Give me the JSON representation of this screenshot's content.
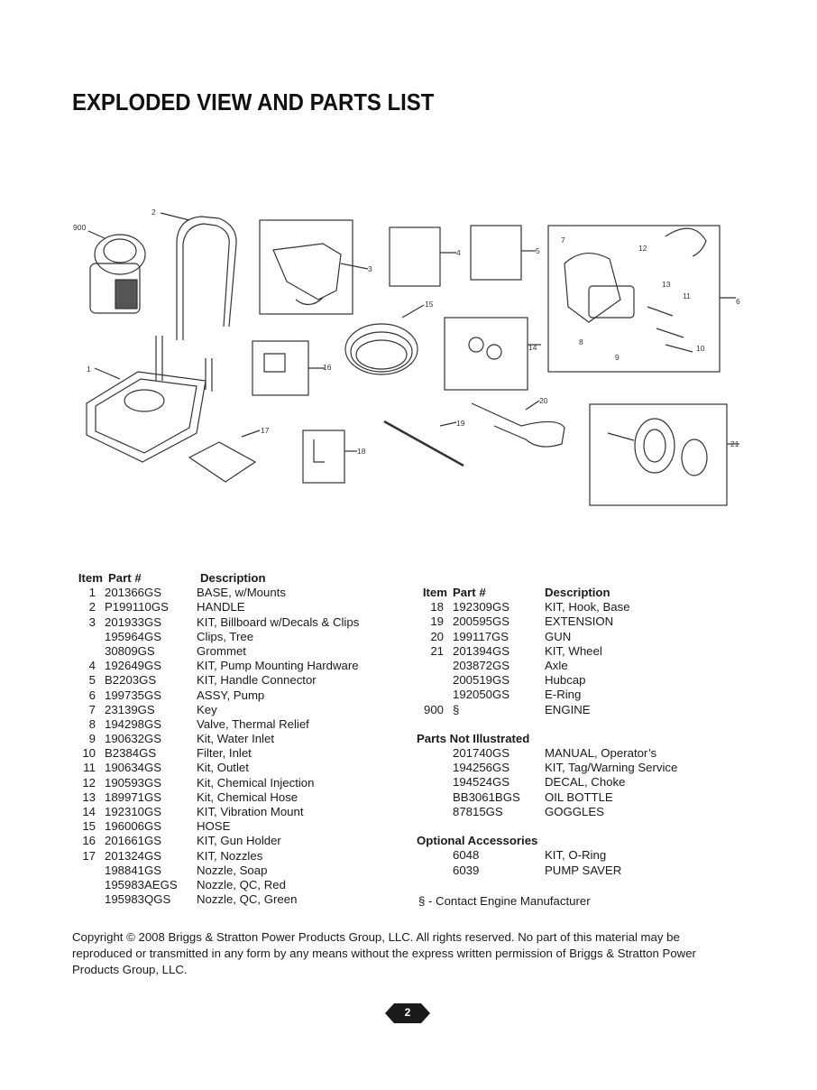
{
  "title": "EXPLODED VIEW AND PARTS LIST",
  "diagram_callouts": [
    "900",
    "2",
    "3",
    "4",
    "5",
    "7",
    "12",
    "13",
    "11",
    "6",
    "8",
    "9",
    "10",
    "15",
    "14",
    "1",
    "16",
    "17",
    "18",
    "19",
    "20",
    "21"
  ],
  "left_table": {
    "headers": {
      "item": "Item",
      "part": "Part #",
      "desc": "Description"
    },
    "rows": [
      {
        "item": "1",
        "part": "201366GS",
        "desc": "BASE, w/Mounts"
      },
      {
        "item": "2",
        "part": "P199110GS",
        "desc": "HANDLE"
      },
      {
        "item": "3",
        "part": "201933GS",
        "desc": "KIT, Billboard w/Decals & Clips"
      },
      {
        "item": "",
        "part": "195964GS",
        "desc": "Clips, Tree"
      },
      {
        "item": "",
        "part": "30809GS",
        "desc": "Grommet"
      },
      {
        "item": "4",
        "part": "192649GS",
        "desc": "KIT, Pump Mounting Hardware"
      },
      {
        "item": "5",
        "part": "B2203GS",
        "desc": "KIT, Handle Connector"
      },
      {
        "item": "6",
        "part": "199735GS",
        "desc": "ASSY, Pump"
      },
      {
        "item": "7",
        "part": "23139GS",
        "desc": "Key"
      },
      {
        "item": "8",
        "part": "194298GS",
        "desc": "Valve, Thermal Relief"
      },
      {
        "item": "9",
        "part": "190632GS",
        "desc": "Kit, Water Inlet"
      },
      {
        "item": "10",
        "part": "B2384GS",
        "desc": "Filter, Inlet"
      },
      {
        "item": "11",
        "part": "190634GS",
        "desc": "Kit, Outlet"
      },
      {
        "item": "12",
        "part": "190593GS",
        "desc": "Kit, Chemical Injection"
      },
      {
        "item": "13",
        "part": "189971GS",
        "desc": "Kit, Chemical Hose"
      },
      {
        "item": "14",
        "part": "192310GS",
        "desc": "KIT, Vibration Mount"
      },
      {
        "item": "15",
        "part": "196006GS",
        "desc": "HOSE"
      },
      {
        "item": "16",
        "part": "201661GS",
        "desc": "KIT, Gun Holder"
      },
      {
        "item": "17",
        "part": "201324GS",
        "desc": "KIT, Nozzles"
      },
      {
        "item": "",
        "part": "198841GS",
        "desc": "Nozzle, Soap"
      },
      {
        "item": "",
        "part": "195983AEGS",
        "desc": "Nozzle, QC, Red"
      },
      {
        "item": "",
        "part": "195983QGS",
        "desc": "Nozzle, QC, Green"
      }
    ]
  },
  "right_table": {
    "headers": {
      "item": "Item",
      "part": "Part #",
      "desc": "Description"
    },
    "rows": [
      {
        "item": "18",
        "part": "192309GS",
        "desc": "KIT, Hook, Base"
      },
      {
        "item": "19",
        "part": "200595GS",
        "desc": "EXTENSION"
      },
      {
        "item": "20",
        "part": "199117GS",
        "desc": "GUN"
      },
      {
        "item": "21",
        "part": "201394GS",
        "desc": "KIT, Wheel"
      },
      {
        "item": "",
        "part": "203872GS",
        "desc": "Axle"
      },
      {
        "item": "",
        "part": "200519GS",
        "desc": "Hubcap"
      },
      {
        "item": "",
        "part": "192050GS",
        "desc": "E-Ring"
      },
      {
        "item": "900",
        "part": "§",
        "desc": "ENGINE"
      }
    ],
    "not_illustrated_title": "Parts Not Illustrated",
    "not_illustrated": [
      {
        "part": "201740GS",
        "desc": "MANUAL, Operator’s"
      },
      {
        "part": "194256GS",
        "desc": "KIT, Tag/Warning Service"
      },
      {
        "part": "194524GS",
        "desc": "DECAL, Choke"
      },
      {
        "part": "BB3061BGS",
        "desc": "OIL BOTTLE"
      },
      {
        "part": "87815GS",
        "desc": "GOGGLES"
      }
    ],
    "accessories_title": "Optional Accessories",
    "accessories": [
      {
        "part": "6048",
        "desc": "KIT, O-Ring"
      },
      {
        "part": "6039",
        "desc": "PUMP SAVER"
      }
    ]
  },
  "footnote": "§ - Contact Engine Manufacturer",
  "copyright": "Copyright © 2008 Briggs & Stratton Power Products Group, LLC.  All rights reserved.  No part of this material may be reproduced or transmitted in any form by any means without the express written permission of Briggs & Stratton Power Products Group, LLC.",
  "page_number": "2"
}
